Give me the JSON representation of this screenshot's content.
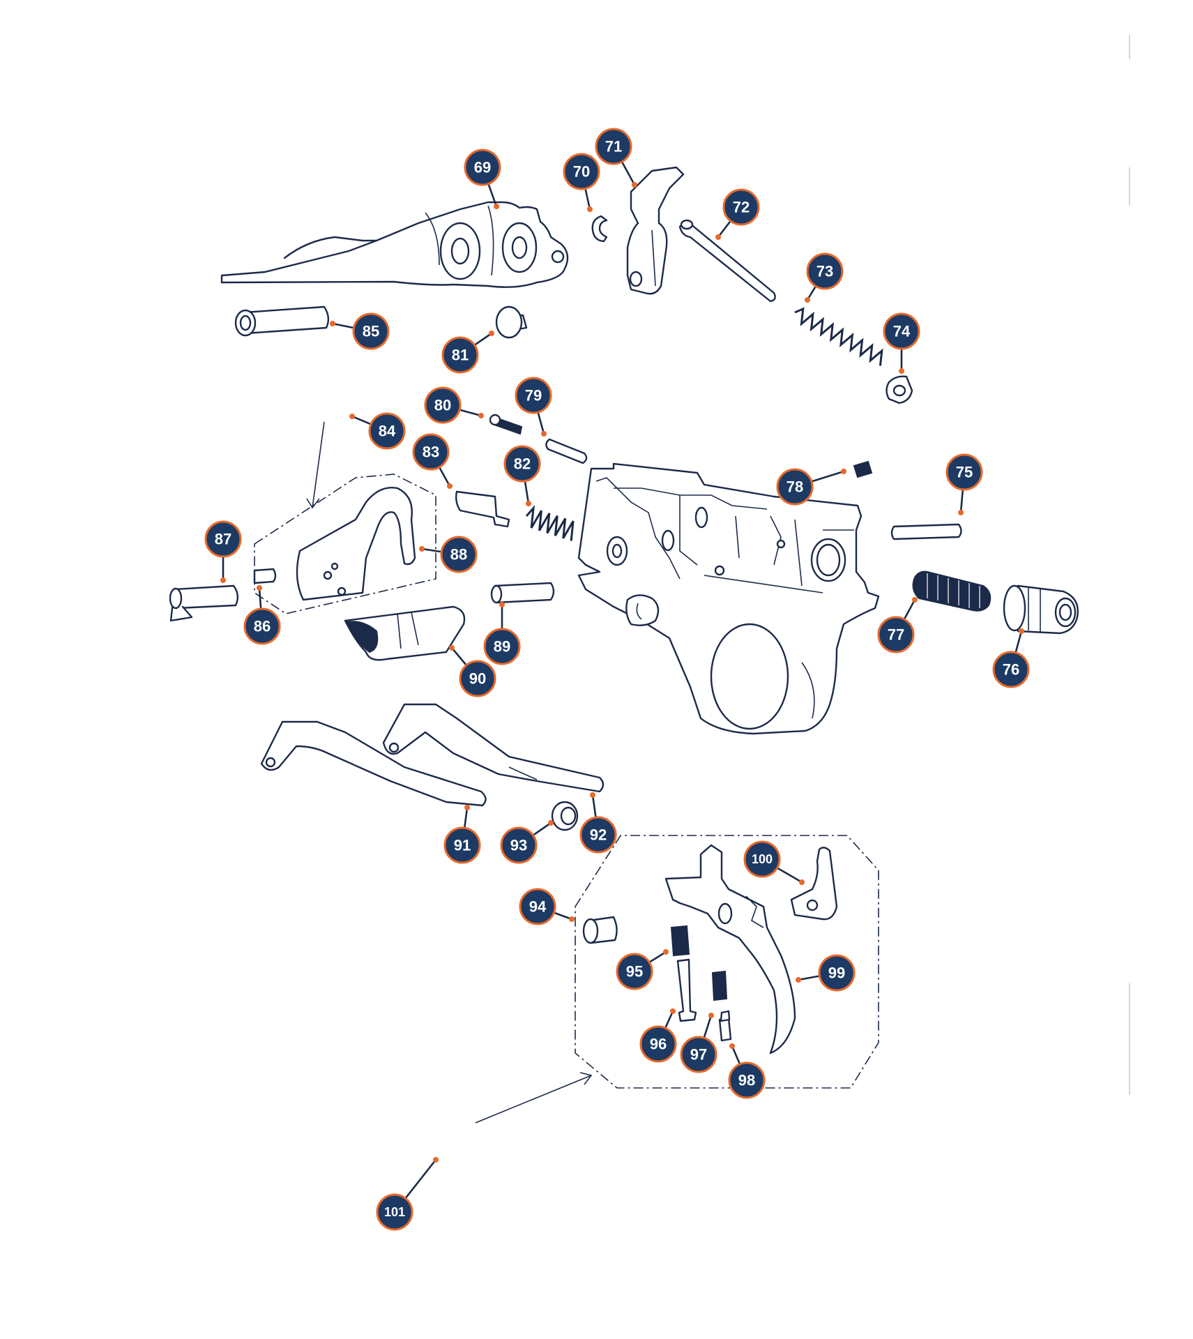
{
  "diagram": {
    "type": "exploded-parts-diagram",
    "colors": {
      "line": "#1c2a49",
      "callout_fill": "#1c3a63",
      "callout_ring": "#e8692a",
      "callout_text": "#ffffff"
    },
    "callouts": [
      {
        "id": "c69",
        "label": "69"
      },
      {
        "id": "c70",
        "label": "70"
      },
      {
        "id": "c71",
        "label": "71"
      },
      {
        "id": "c72",
        "label": "72"
      },
      {
        "id": "c73",
        "label": "73"
      },
      {
        "id": "c74",
        "label": "74"
      },
      {
        "id": "c75",
        "label": "75"
      },
      {
        "id": "c76",
        "label": "76"
      },
      {
        "id": "c77",
        "label": "77"
      },
      {
        "id": "c78",
        "label": "78"
      },
      {
        "id": "c79",
        "label": "79"
      },
      {
        "id": "c80",
        "label": "80"
      },
      {
        "id": "c81",
        "label": "81"
      },
      {
        "id": "c82",
        "label": "82"
      },
      {
        "id": "c83",
        "label": "83"
      },
      {
        "id": "c84",
        "label": "84"
      },
      {
        "id": "c85",
        "label": "85"
      },
      {
        "id": "c86",
        "label": "86"
      },
      {
        "id": "c87",
        "label": "87"
      },
      {
        "id": "c88",
        "label": "88"
      },
      {
        "id": "c89",
        "label": "89"
      },
      {
        "id": "c90",
        "label": "90"
      },
      {
        "id": "c91",
        "label": "91"
      },
      {
        "id": "c92",
        "label": "92"
      },
      {
        "id": "c93",
        "label": "93"
      },
      {
        "id": "c94",
        "label": "94"
      },
      {
        "id": "c95",
        "label": "95"
      },
      {
        "id": "c96",
        "label": "96"
      },
      {
        "id": "c97",
        "label": "97"
      },
      {
        "id": "c98",
        "label": "98"
      },
      {
        "id": "c99",
        "label": "99"
      },
      {
        "id": "c100",
        "label": "100"
      },
      {
        "id": "c101",
        "label": "101"
      }
    ]
  }
}
